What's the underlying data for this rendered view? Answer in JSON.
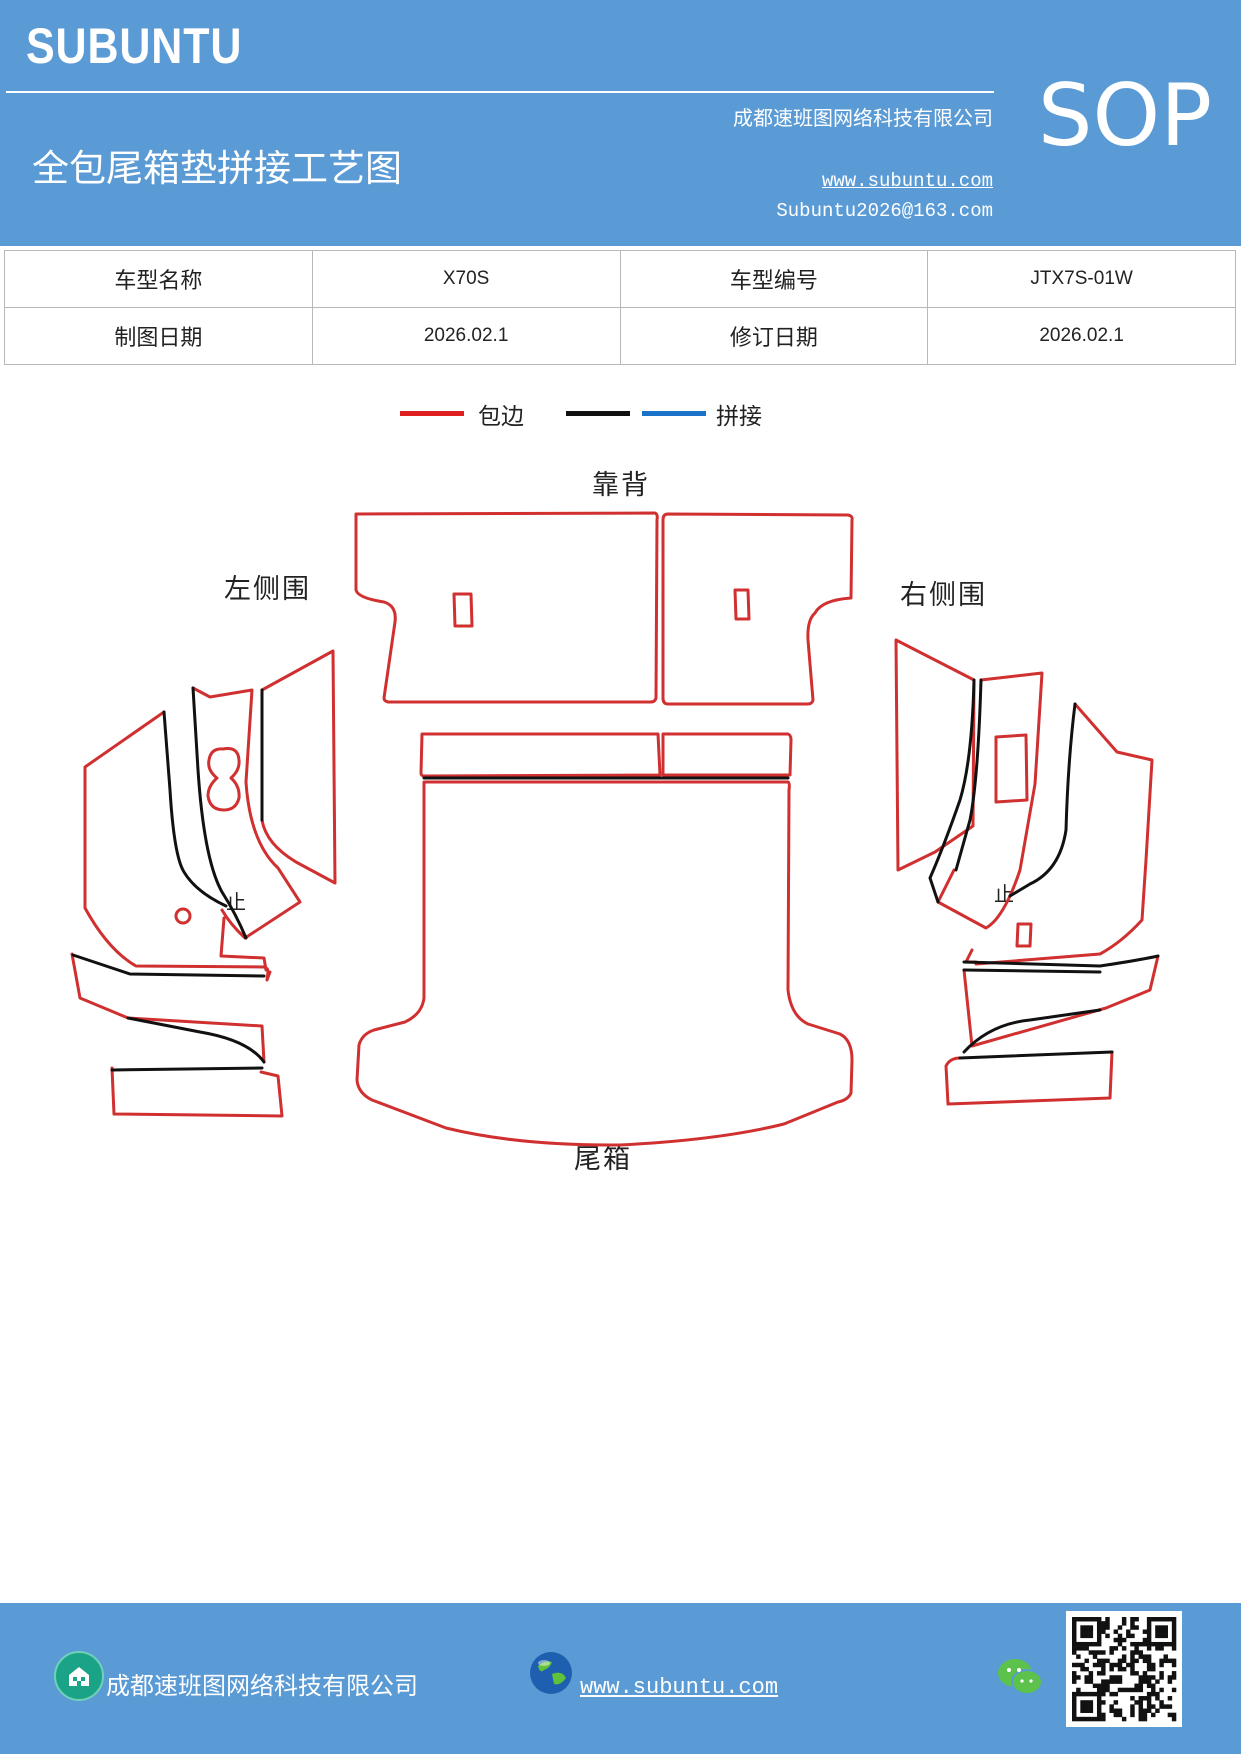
{
  "header": {
    "brand": "SUBUNTU",
    "company": "成都速班图网络科技有限公司",
    "title": "全包尾箱垫拼接工艺图",
    "website": "www.subuntu.com",
    "email": "Subuntu2026@163.com",
    "badge": "SOP",
    "background_color": "#5b9bd5"
  },
  "info_table": {
    "rows": [
      [
        "车型名称",
        "X70S",
        "车型编号",
        "JTX7S-01W"
      ],
      [
        "制图日期",
        "2026.02.1",
        "修订日期",
        "2026.02.1"
      ]
    ]
  },
  "legend": [
    {
      "label": "包边",
      "color": "#e02020"
    },
    {
      "label": "",
      "color": "#111111"
    },
    {
      "label": "拼接",
      "color": "#1a73c8"
    }
  ],
  "drawing": {
    "labels": {
      "backrest": "靠背",
      "left_side": "左侧围",
      "right_side": "右侧围",
      "trunk": "尾箱",
      "left_stop": "止",
      "right_stop": "止"
    },
    "edge_color": "#d03030",
    "seam_color": "#111111"
  },
  "footer": {
    "company": "成都速班图网络科技有限公司",
    "website": "www.subuntu.com",
    "icons": [
      "building-icon",
      "globe-icon",
      "wechat-icon",
      "qr-code"
    ]
  }
}
